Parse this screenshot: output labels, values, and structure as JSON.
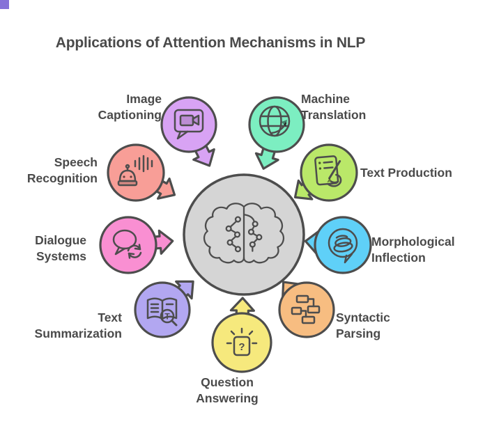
{
  "page": {
    "title": "Applications of Attention Mechanisms in NLP",
    "text_color": "#4a4a4a",
    "outline_color": "#4d4d4d",
    "background": "#ffffff",
    "corner_accent_color": "#8672d8"
  },
  "center": {
    "id": "attention-core",
    "icon": "brain-circuit-icon",
    "fill": "#d5d5d5"
  },
  "nodes": [
    {
      "id": "image-captioning",
      "label": "Image\nCaptioning",
      "color": "#d8a3f4",
      "icon": "video-message-icon"
    },
    {
      "id": "machine-translation",
      "label": "Machine\nTranslation",
      "color": "#7ceec1",
      "icon": "globe-translate-icon"
    },
    {
      "id": "speech-recognition",
      "label": "Speech\nRecognition",
      "color": "#f89e97",
      "icon": "robot-voice-icon"
    },
    {
      "id": "text-production",
      "label": "Text Production",
      "color": "#bae869",
      "icon": "document-writing-icon"
    },
    {
      "id": "dialogue-systems",
      "label": "Dialogue\nSystems",
      "color": "#f98fd2",
      "icon": "chat-cycle-icon"
    },
    {
      "id": "morphological-inflection",
      "label": "Morphological\nInflection",
      "color": "#5fd0f8",
      "icon": "layered-speech-icon"
    },
    {
      "id": "text-summarization",
      "label": "Text\nSummarization",
      "color": "#b2a7f1",
      "icon": "book-magnifier-icon"
    },
    {
      "id": "syntactic-parsing",
      "label": "Syntactic\nParsing",
      "color": "#f7bd81",
      "icon": "parse-tree-icon"
    },
    {
      "id": "question-answering",
      "label": "Question\nAnswering",
      "color": "#f6e97d",
      "icon": "question-idea-icon"
    }
  ],
  "glyphs": {
    "magnifier_letter": "T",
    "question_mark": "?"
  }
}
